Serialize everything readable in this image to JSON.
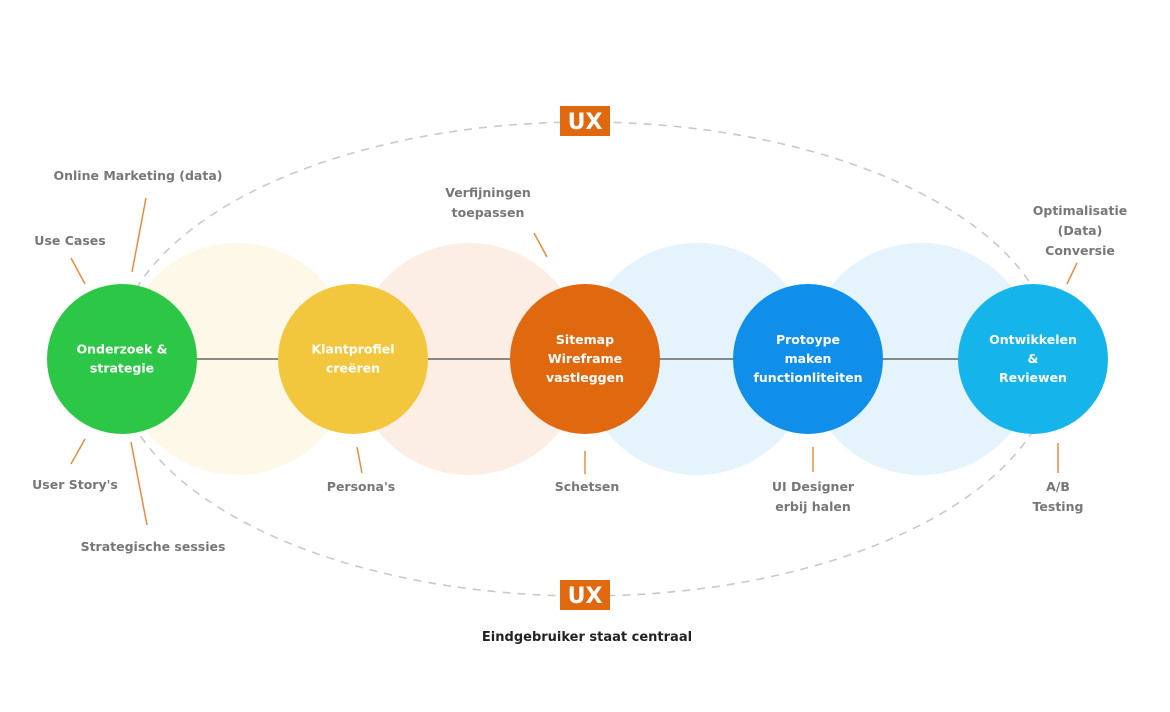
{
  "colors": {
    "ux_badge": "#E0680F",
    "annotation_line": "#EE8A3C",
    "annotation_text": "#777777",
    "connector": "#4a4a4a",
    "dashed_ellipse": "#c9c9c9"
  },
  "ux_badges": {
    "top": "UX",
    "bottom": "UX"
  },
  "caption": "Eindgebruiker staat centraal",
  "halos": [
    {
      "color": "#FDF8E8"
    },
    {
      "color": "#FCEEE5"
    },
    {
      "color": "#E4F3FC"
    },
    {
      "color": "#E4F3FC"
    }
  ],
  "nodes": [
    {
      "id": "onderzoek",
      "color": "#2CC746",
      "lines": [
        "Onderzoek &",
        "strategie"
      ]
    },
    {
      "id": "klantprofiel",
      "color": "#F2C73E",
      "lines": [
        "Klantprofiel",
        "creëren"
      ]
    },
    {
      "id": "sitemap",
      "color": "#E0680F",
      "lines": [
        "Sitemap",
        "Wireframe",
        "vastleggen"
      ]
    },
    {
      "id": "prototype",
      "color": "#0F8FEA",
      "lines": [
        "Protoype",
        "maken",
        "functionliteiten"
      ]
    },
    {
      "id": "ontwikkelen",
      "color": "#15B4EA",
      "lines": [
        "Ontwikkelen",
        "&",
        "Reviewen"
      ]
    }
  ],
  "annotations": [
    {
      "id": "online-marketing",
      "lines": [
        "Online Marketing (data)"
      ]
    },
    {
      "id": "use-cases",
      "lines": [
        "Use Cases"
      ]
    },
    {
      "id": "user-storys",
      "lines": [
        "User Story's"
      ]
    },
    {
      "id": "strategische-sessies",
      "lines": [
        "Strategische sessies"
      ]
    },
    {
      "id": "personas",
      "lines": [
        "Persona's"
      ]
    },
    {
      "id": "verfijningen",
      "lines": [
        "Verfijningen",
        "toepassen"
      ]
    },
    {
      "id": "schetsen",
      "lines": [
        "Schetsen"
      ]
    },
    {
      "id": "ui-designer",
      "lines": [
        "UI Designer",
        "erbij halen"
      ]
    },
    {
      "id": "optimalisatie",
      "lines": [
        "Optimalisatie",
        "(Data)",
        "Conversie"
      ]
    },
    {
      "id": "ab-testing",
      "lines": [
        "A/B",
        "Testing"
      ]
    }
  ]
}
